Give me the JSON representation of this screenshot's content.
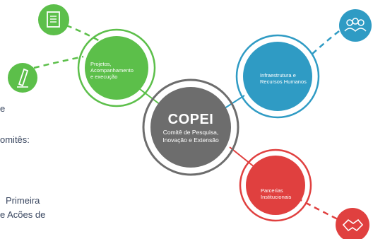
{
  "center": {
    "title": "COPEI",
    "line1": "Comitê de Pesquisa,",
    "line2": "Inovação e Extensão"
  },
  "nodes": {
    "projetos": {
      "line1": "Projetos,",
      "line2": "Acompanhamento",
      "line3": "e execução"
    },
    "infra": {
      "line1": "Infraestrutura e",
      "line2": "Recursos Humanos"
    },
    "parcerias": {
      "line1": "Parcerias",
      "line2": "Institucionais"
    }
  },
  "side_text": {
    "line_e": "e",
    "line_comites": "omitês:",
    "line_primeira": "Primeira",
    "line_acoes": "e Acões de"
  },
  "icons": {
    "document": "document-icon",
    "pencil": "pencil-icon",
    "people": "people-group-icon",
    "handshake": "handshake-icon"
  },
  "colors": {
    "green": "#5cbf4a",
    "blue": "#2f9bc4",
    "red": "#e0403f",
    "gray": "#6d6d6d"
  }
}
